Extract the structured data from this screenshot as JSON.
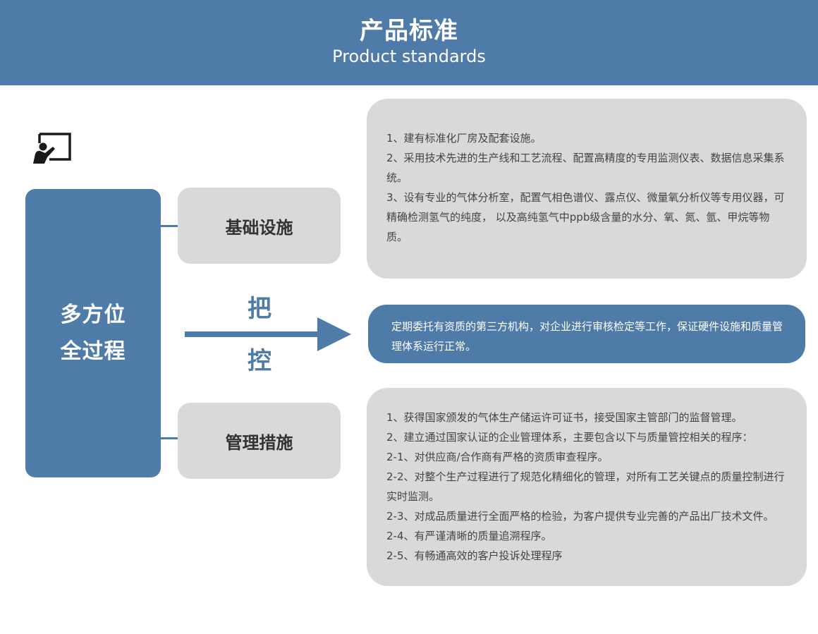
{
  "header": {
    "title": "产品标准",
    "subtitle": "Product standards"
  },
  "icons": {
    "presentation": "presentation-board-icon"
  },
  "colors": {
    "accent": "#4e7ba8",
    "panel_gray": "#d9d9d9",
    "text_dark": "#333333"
  },
  "main_block": {
    "line1": "多方位",
    "line2": "全过程"
  },
  "categories": {
    "infrastructure": "基础设施",
    "management": "管理措施"
  },
  "arrow": {
    "top_char": "把",
    "bottom_char": "控"
  },
  "infrastructure_details": {
    "lines": [
      "1、建有标准化厂房及配套设施。",
      "2、采用技术先进的生产线和工艺流程、配置高精度的专用监测仪表、数据信息采集系统。",
      "3、设有专业的气体分析室，配置气相色谱仪、露点仪、微量氧分析仪等专用仪器，可精确检测氢气的纯度， 以及高纯氢气中ppb级含量的水分、氧、氮、氩、甲烷等物质。"
    ]
  },
  "inspection": {
    "text": "定期委托有资质的第三方机构，对企业进行审核检定等工作，保证硬件设施和质量管理体系运行正常。"
  },
  "management_details": {
    "lines": [
      "1、获得国家颁发的气体生产储运许可证书，接受国家主管部门的监督管理。",
      "2、建立通过国家认证的企业管理体系，主要包含以下与质量管控相关的程序：",
      "2-1、对供应商/合作商有严格的资质审查程序。",
      "2-2、对整个生产过程进行了规范化精细化的管理，对所有工艺关键点的质量控制进行实时监测。",
      "2-3、对成品质量进行全面严格的检验，为客户提供专业完善的产品出厂技术文件。",
      "2-4、有严谨清晰的质量追溯程序。",
      "2-5、有畅通高效的客户投诉处理程序"
    ]
  }
}
